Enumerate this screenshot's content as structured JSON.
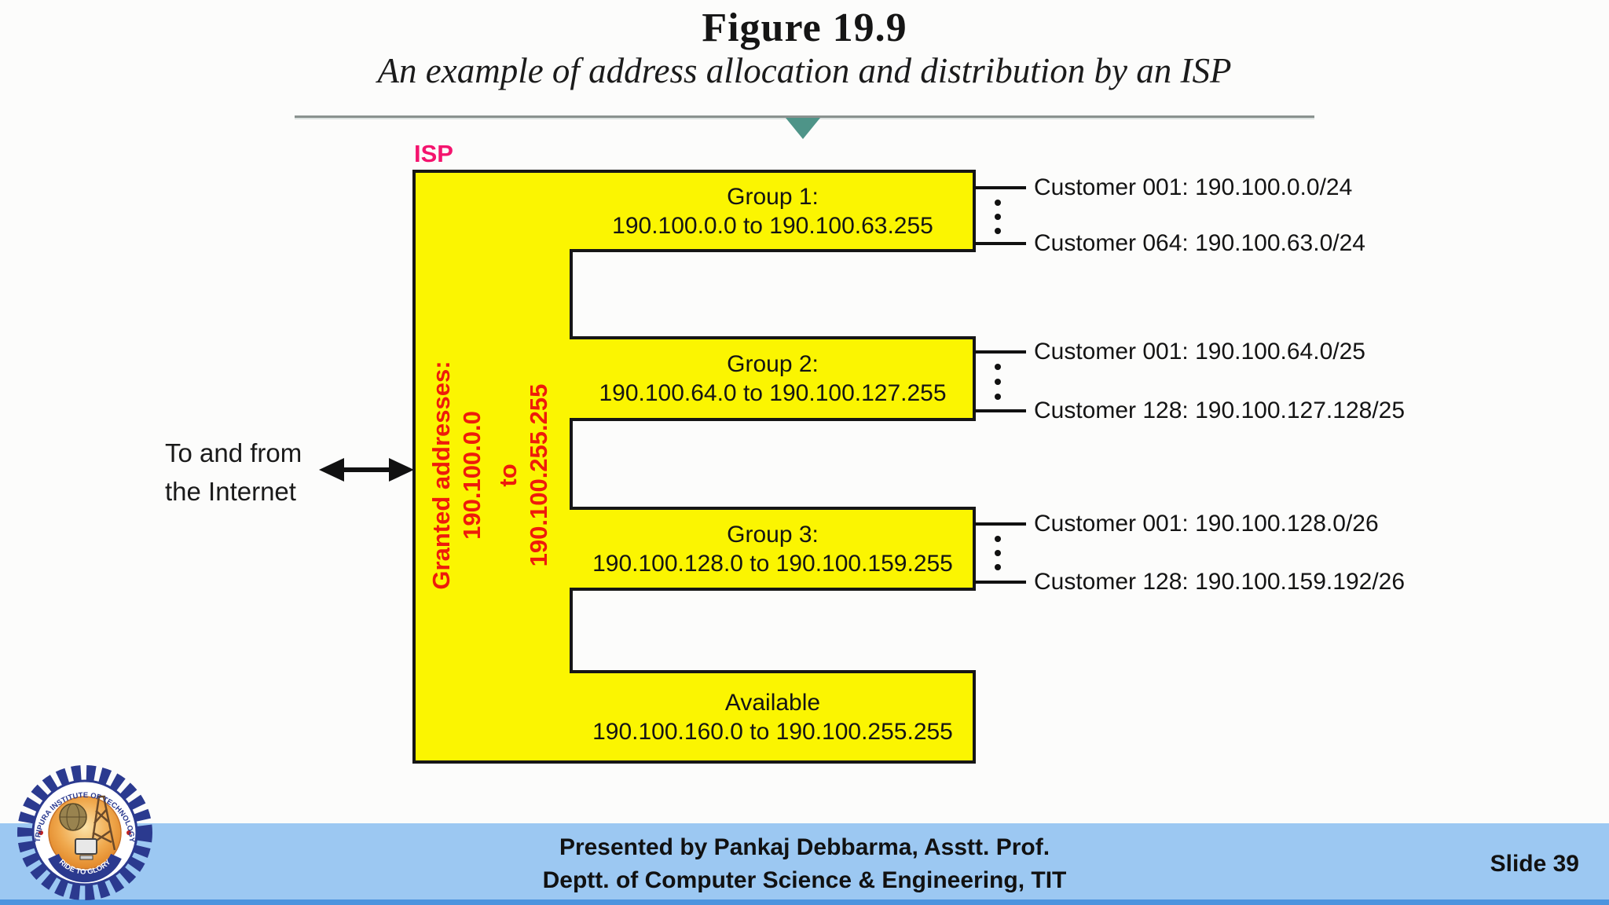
{
  "slide": {
    "title": "Figure 19.9",
    "subtitle": "An example of address allocation and distribution by an ISP",
    "footer_line1": "Presented by Pankaj Debbarma, Asstt. Prof.",
    "footer_line2": "Deptt. of Computer Science & Engineering, TIT",
    "slide_number": "Slide 39"
  },
  "diagram": {
    "isp_label": "ISP",
    "internet_label_line1": "To and from",
    "internet_label_line2": "the Internet",
    "granted": {
      "line1": "Granted addresses:",
      "line2": "190.100.0.0",
      "line3": "to",
      "line4": "190.100.255.255"
    },
    "groups": [
      {
        "label": "Group 1:",
        "range": "190.100.0.0 to 190.100.63.255",
        "customer_top": "Customer 001: 190.100.0.0/24",
        "customer_bottom": "Customer 064: 190.100.63.0/24"
      },
      {
        "label": "Group 2:",
        "range": "190.100.64.0 to 190.100.127.255",
        "customer_top": "Customer 001: 190.100.64.0/25",
        "customer_bottom": "Customer 128: 190.100.127.128/25"
      },
      {
        "label": "Group 3:",
        "range": "190.100.128.0 to 190.100.159.255",
        "customer_top": "Customer 001: 190.100.128.0/26",
        "customer_bottom": "Customer 128: 190.100.159.192/26"
      }
    ],
    "available": {
      "label": "Available",
      "range": "190.100.160.0 to 190.100.255.255"
    }
  },
  "logo": {
    "ring_text_top": "TRIPURA INSTITUTE OF TECHNOLOGY",
    "ring_text_bottom": "RIDE TO GLORY"
  },
  "colors": {
    "block_yellow": "#fbf501",
    "granted_red": "#ee1b0b",
    "isp_pink": "#f4146e",
    "divider_teal": "#4e9488",
    "footer_blue": "#9cc8f2",
    "footer_strip_blue": "#4d94de",
    "logo_blue": "#2b3a8f"
  }
}
